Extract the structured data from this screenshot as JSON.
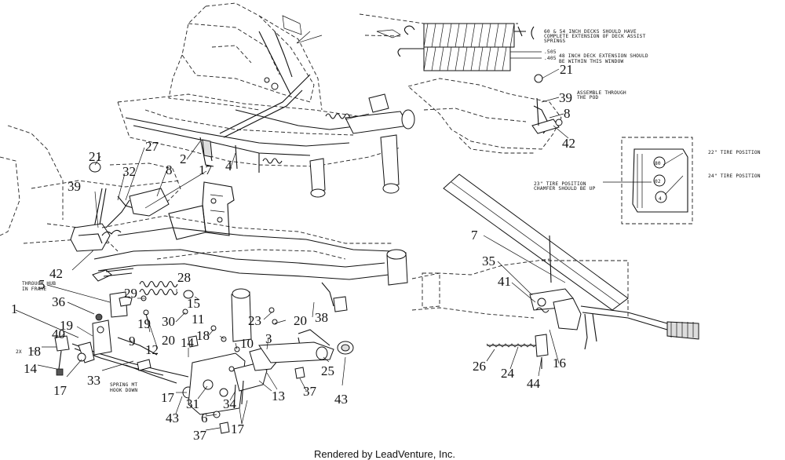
{
  "callouts": {
    "c21a": "21",
    "c39a": "39",
    "c8a": "8",
    "c42a": "42",
    "c21b": "21",
    "c32": "32",
    "c27": "27",
    "c8b": "8",
    "c2": "2",
    "c17a": "17",
    "c4": "4",
    "c39b": "39",
    "c42b": "42",
    "c5": "5",
    "c28": "28",
    "c29": "29",
    "c15": "15",
    "c36": "36",
    "c1": "1",
    "c19a": "19",
    "c19b": "19",
    "c30": "30",
    "c11": "11",
    "c23": "23",
    "c20a": "20",
    "c38": "38",
    "c9": "9",
    "c12": "12",
    "c40": "40",
    "c18a": "18",
    "c14a": "14",
    "c17b": "17",
    "c33": "33",
    "c20b": "20",
    "c14b": "14",
    "c18b": "18",
    "c10": "10",
    "c3": "3",
    "c25": "25",
    "c43a": "43",
    "c17c": "17",
    "c43b": "43",
    "c31": "31",
    "c6": "6",
    "c34": "34",
    "c13": "13",
    "c37a": "37",
    "c37b": "37",
    "c17d": "17",
    "c7": "7",
    "c35": "35",
    "c41": "41",
    "c26": "26",
    "c24": "24",
    "c16": "16",
    "c44": "44"
  },
  "notes": {
    "deck_assist_1": "60 & 54 INCH DECKS SHOULD HAVE",
    "deck_assist_2": "COMPLETE EXTENSION OF DECK ASSIST",
    "deck_assist_3": "SPRINGS",
    "dim_505": ".505",
    "dim_405": ".405",
    "deck48_1": "48 INCH DECK EXTENSION SHOULD",
    "deck48_2": "BE WITHIN THIS WINDOW",
    "pod_1": "ASSEMBLE THROUGH",
    "pod_2": "THE POD",
    "tire22": "22\" TIRE POSITION",
    "tire24": "24\" TIRE POSITION",
    "tire23_1": "23\" TIRE POSITION",
    "tire23_2": "CHAMFER SHOULD BE UP",
    "hub_1": "THROUGH HUB",
    "hub_2": "IN FRAME",
    "spring_1": "SPRING MT",
    "spring_2": "HOOK DOWN",
    "qty_2x": "2X",
    "hole_a": "80",
    "hole_b": "02",
    "hole_c": "4"
  },
  "footer": "Rendered by LeadVenture, Inc."
}
